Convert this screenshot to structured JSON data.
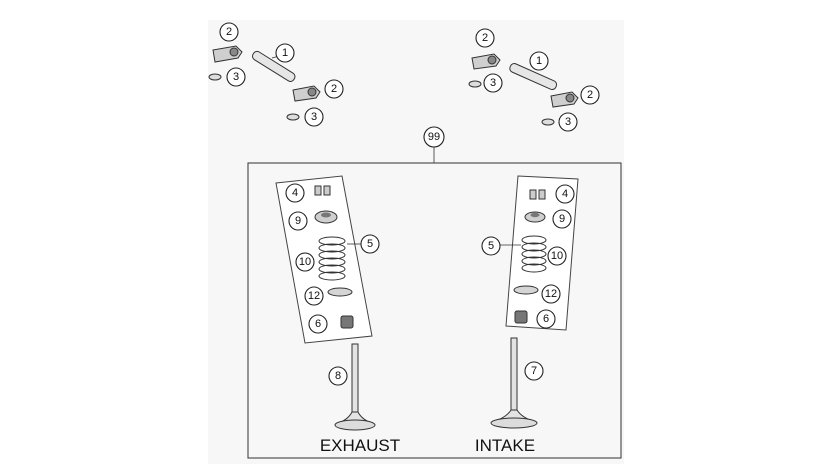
{
  "diagram": {
    "assembly_callout": "99",
    "labels": {
      "exhaust": "EXHAUST",
      "intake": "INTAKE"
    },
    "callouts": {
      "rocker_left": {
        "shaft": "1",
        "rocker_top": "2",
        "rocker_bottom": "2",
        "washer_top": "3",
        "washer_bottom": "3"
      },
      "rocker_right": {
        "shaft": "1",
        "rocker_top": "2",
        "rocker_bottom": "2",
        "washer_top": "3",
        "washer_bottom": "3"
      },
      "exhaust": {
        "keepers": "4",
        "retainer": "9",
        "spring_group": "5",
        "spring": "10",
        "spring_seat": "12",
        "seal": "6",
        "valve": "8"
      },
      "intake": {
        "keepers": "4",
        "retainer": "9",
        "spring_group": "5",
        "spring": "10",
        "spring_seat": "12",
        "seal": "6",
        "valve": "7"
      }
    },
    "colors": {
      "background": "#f7f7f7",
      "line": "#333333",
      "part_fill": "#d9d9d9",
      "part_dark": "#8a8a8a"
    }
  }
}
